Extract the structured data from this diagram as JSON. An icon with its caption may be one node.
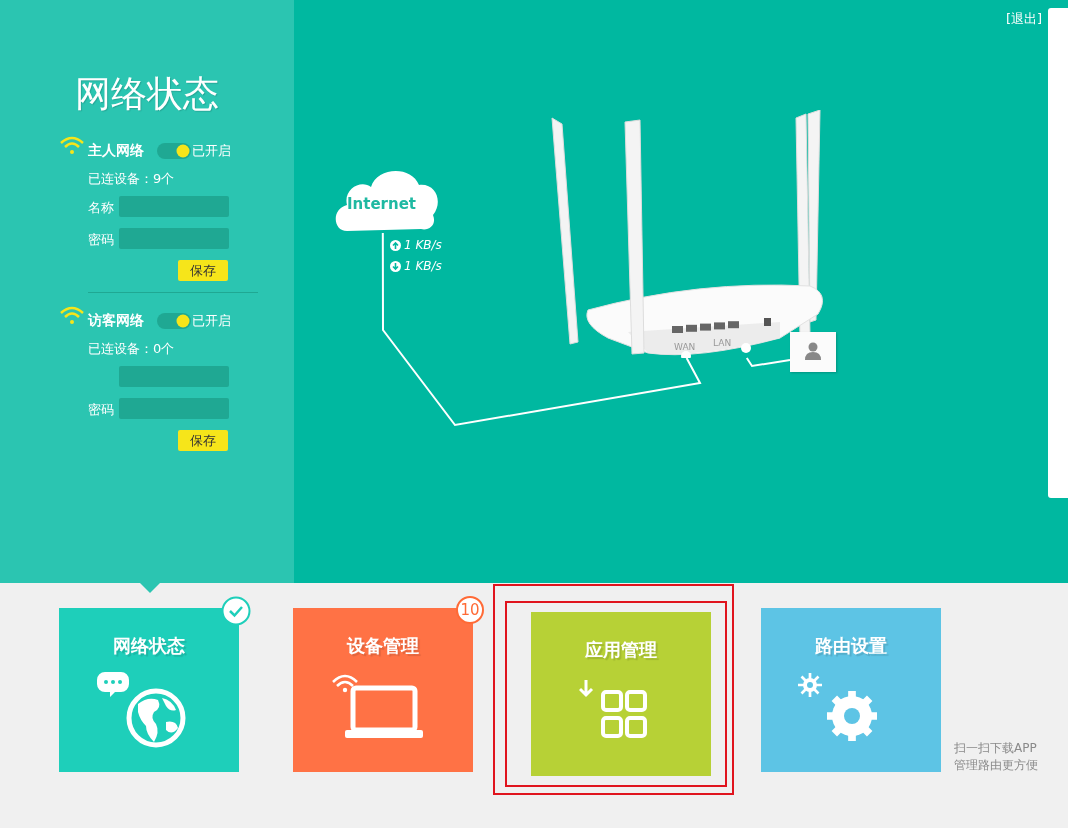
{
  "diagram": {
    "nodes": [
      {
        "text": [
          "Internet"
        ]
      },
      {
        "text": [],
        "shape": "picture"
      },
      {
        "text": [],
        "shape": "picture"
      },
      {
        "text": [
          "网络状态"
        ]
      },
      {
        "text": [
          "设备管理"
        ]
      },
      {
        "text": [],
        "shape": "box"
      },
      {
        "text": [],
        "shape": "box",
        "in": 5
      },
      {
        "text": [
          "应用管理"
        ],
        "in": 6
      },
      {
        "text": [
          "路由设置"
        ]
      }
    ],
    "edges": [
      {
        "from": 0,
        "to": 1,
        "arrow": "none"
      },
      {
        "from": 1,
        "to": 2,
        "arrow": "none"
      }
    ],
    "labels": [
      "网络状态",
      "主人网络",
      "已开启",
      "已连设备：9个",
      "名称",
      "密码",
      "保存",
      "访客网络",
      "已开启",
      "已连设备：0个",
      "密码",
      "保存",
      "[退出]",
      "1 KB/s",
      "1 KB/s",
      "WAN",
      "LAN",
      "10",
      "扫一扫下载APP 管理路由更方便"
    ]
  }
}
